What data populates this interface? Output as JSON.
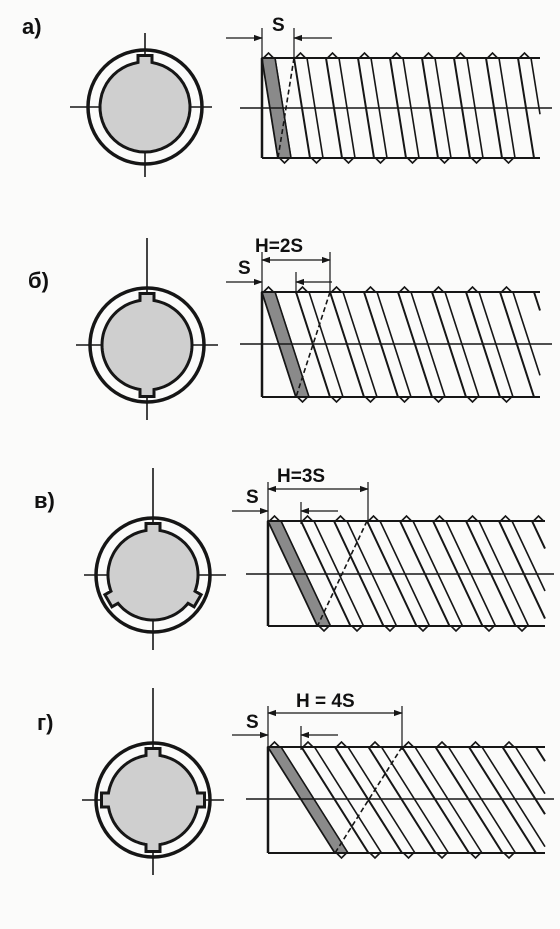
{
  "colors": {
    "ink": "#161616",
    "paper": "#fbfbfa",
    "fill": "#cfcfcf",
    "highlight": "#8a8a8a"
  },
  "panels": [
    {
      "label": "а)",
      "starts": 1,
      "pitch_label": "S",
      "lead_label": ""
    },
    {
      "label": "б)",
      "starts": 2,
      "pitch_label": "S",
      "lead_label": "H=2S"
    },
    {
      "label": "в)",
      "starts": 3,
      "pitch_label": "S",
      "lead_label": "H=3S"
    },
    {
      "label": "г)",
      "starts": 4,
      "pitch_label": "S",
      "lead_label": "H = 4S"
    }
  ]
}
